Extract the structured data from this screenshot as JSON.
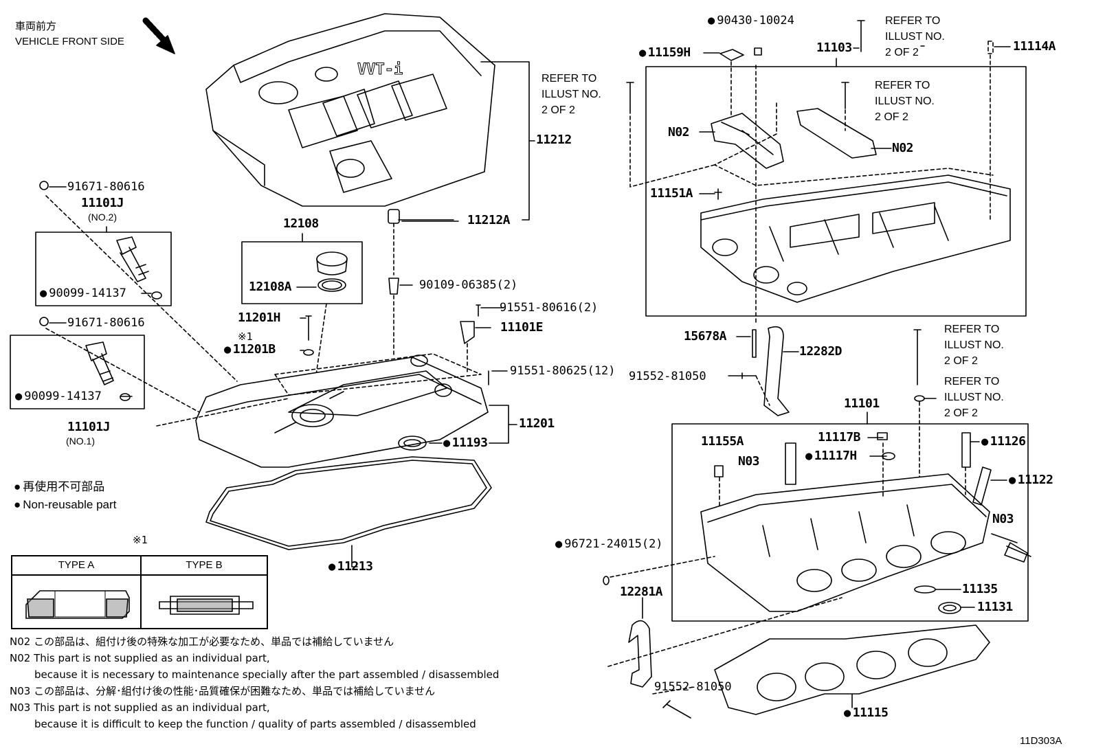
{
  "header": {
    "direction_jp": "車両前方",
    "direction_en": "VEHICLE FRONT SIDE"
  },
  "refer_notes": {
    "line1": "REFER TO",
    "line2": "ILLUST NO.",
    "line3": "2 OF 2"
  },
  "parts": {
    "p11212": "11212",
    "p11212A": "11212A",
    "p12108": "12108",
    "p12108A": "12108A",
    "p90109": "90109-06385(2)",
    "p91551a": "91551-80616(2)",
    "p11101E": "11101E",
    "p11201H": "11201H",
    "p11201B": "11201B",
    "ref_mark": "※1",
    "p91551b": "91551-80625(12)",
    "p11201": "11201",
    "p11193": "11193",
    "p11213": "11213",
    "p91671a": "91671-80616",
    "p11101J_top": "11101J",
    "no2": "(NO.2)",
    "p90099a": "90099-14137",
    "p91671b": "91671-80616",
    "p90099b": "90099-14137",
    "p11101J_bot": "11101J",
    "no1": "(NO.1)",
    "p90430": "90430-10024",
    "p11159H": "11159H",
    "p11103": "11103",
    "p11114A": "11114A",
    "n02_left": "N02",
    "n02_right": "N02",
    "p11151A": "11151A",
    "p15678A": "15678A",
    "p12282D": "12282D",
    "p91552a": "91552-81050",
    "p11101": "11101",
    "p11155A": "11155A",
    "n03_top": "N03",
    "p11117B": "11117B",
    "p11117H": "11117H",
    "p11126": "11126",
    "p11122": "11122",
    "n03_right": "N03",
    "p96721": "96721-24015(2)",
    "p12281A": "12281A",
    "p11135": "11135",
    "p11131": "11131",
    "p91552b": "91552-81050",
    "p11115": "11115"
  },
  "legend": {
    "jp": "再使用不可部品",
    "en": "Non-reusable part"
  },
  "type_table": {
    "mark": "※1",
    "type_a": "TYPE A",
    "type_b": "TYPE B"
  },
  "notes": {
    "n02_jp": "N02 この部品は、組付け後の特殊な加工が必要なため、単品では補給していません",
    "n02_en1": "N02 This part is not supplied as an individual part,",
    "n02_en2": "because it is necessary to maintenance specially after the part assembled / disassembled",
    "n03_jp": "N03 この部品は、分解･組付け後の性能･品質確保が困難なため、単品では補給していません",
    "n03_en1": "N03 This part is not supplied as an individual part,",
    "n03_en2": "because it is difficult to keep the function / quality of parts assembled / disassembled"
  },
  "figure_id": "11D303A"
}
